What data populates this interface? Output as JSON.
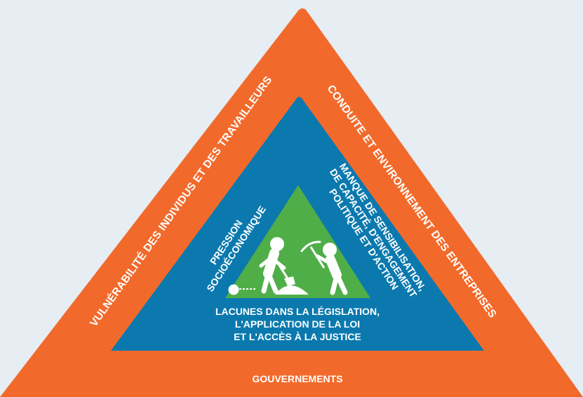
{
  "colors": {
    "background": "#e6edf3",
    "outer": "#f26a2b",
    "middle": "#0b79ae",
    "inner": "#4fae48",
    "text": "#ffffff"
  },
  "outer": {
    "left_label": "VULNÉRABILITÉ DES INDIVIDUS ET DES TRAVAILLEURS",
    "right_label": "CONDUITE ET ENVIRONNEMENT DES ENTREPRISES",
    "bottom_label": "GOUVERNEMENTS"
  },
  "middle": {
    "left_label_lines": [
      "PRESSION",
      "SOCIOÉCONOMIQUE"
    ],
    "right_label_lines": [
      "MANQUE DE SENSIBILISATION,",
      "DE CAPACITÉ, D'ENGAGEMENT",
      "POLITIQUE ET D'ACTION"
    ],
    "bottom_label_lines": [
      "LACUNES DANS LA LÉGISLATION,",
      "L'APPLICATION DE LA LOI",
      "ET L'ACCÈS À LA JUSTICE"
    ]
  },
  "inner": {
    "icon": "forced-labour-workers-icon"
  }
}
